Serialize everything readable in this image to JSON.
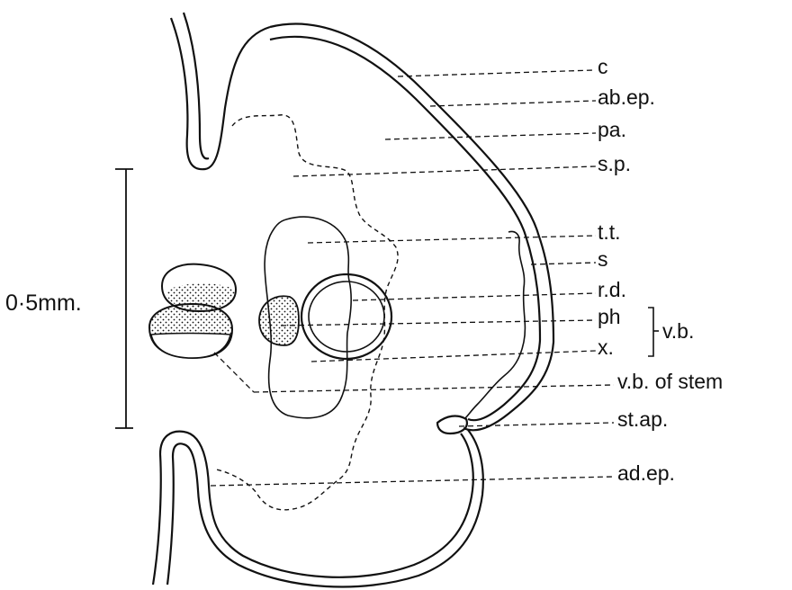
{
  "scale": {
    "label": "0·5mm."
  },
  "labels": {
    "c": "c",
    "ab_ep": "ab.ep.",
    "pa": "pa.",
    "sp": "s.p.",
    "tt": "t.t.",
    "s": "s",
    "rd": "r.d.",
    "ph": "ph",
    "x": "x.",
    "vb": "v.b.",
    "vb_stem": "v.b. of stem",
    "st_ap": "st.ap.",
    "ad_ep": "ad.ep."
  }
}
